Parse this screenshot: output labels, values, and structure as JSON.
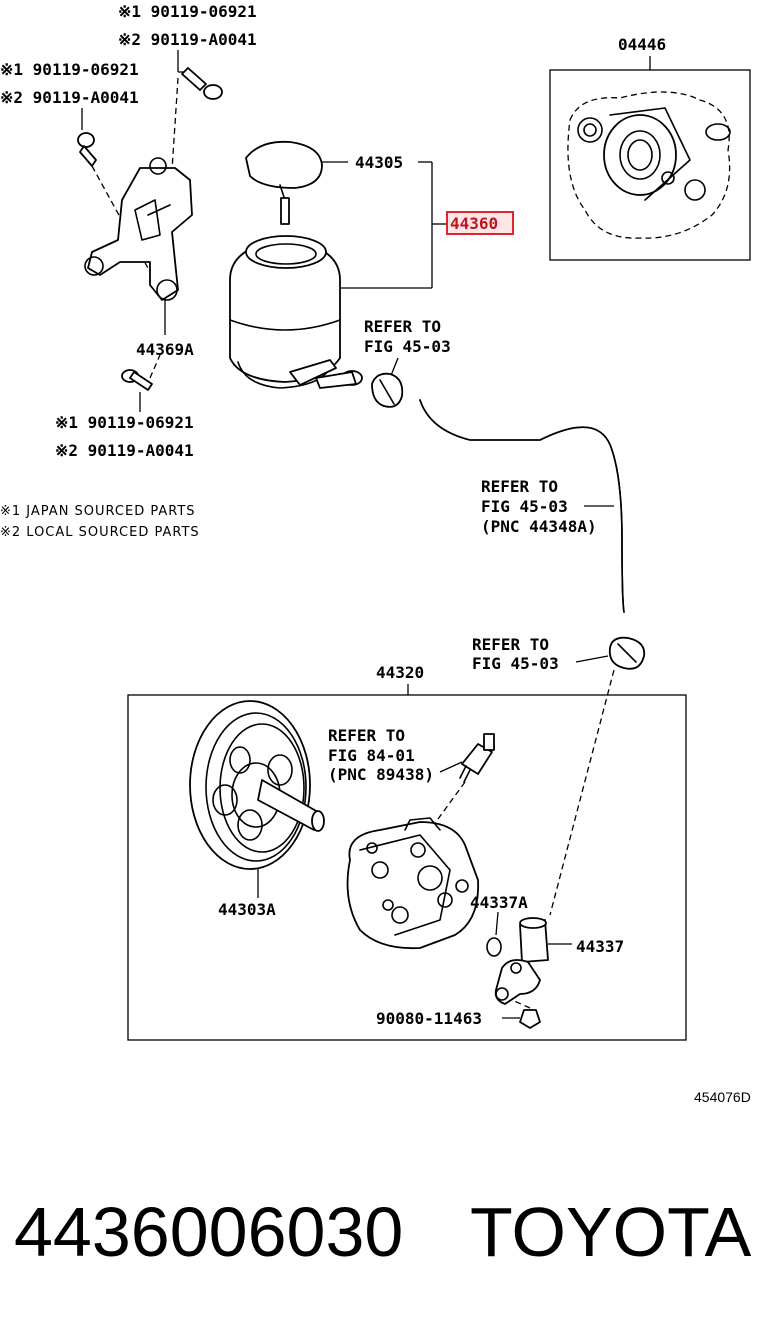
{
  "parts": {
    "bolt_top_line1": "※1 90119-06921",
    "bolt_top_line2": "※2 90119-A0041",
    "bolt_left_line1": "※1 90119-06921",
    "bolt_left_line2": "※2 90119-A0041",
    "bolt_bottom_line1": "※1 90119-06921",
    "bolt_bottom_line2": "※2 90119-A0041",
    "bracket": "44369A",
    "cap": "44305",
    "reservoir": "44360",
    "gasket_kit": "04446",
    "pump_assy": "44320",
    "pulley": "44303A",
    "oring": "44337A",
    "union": "44337",
    "bolt_union": "90080-11463"
  },
  "refers": {
    "r1_line1": "REFER TO",
    "r1_line2": "FIG 45-03",
    "r2_line1": "REFER TO",
    "r2_line2": "FIG 45-03",
    "r2_line3": "(PNC 44348A)",
    "r3_line1": "REFER TO",
    "r3_line2": "FIG 45-03",
    "r4_line1": "REFER TO",
    "r4_line2": "FIG 84-01",
    "r4_line3": "(PNC 89438)"
  },
  "notes": {
    "n1": "※1 JAPAN SOURCED PARTS",
    "n2": "※2 LOCAL SOURCED PARTS"
  },
  "diagram_code": "454076D",
  "caption": {
    "part_number": "4436006030",
    "brand": "TOYOTA"
  },
  "colors": {
    "highlight": "#e0242f"
  }
}
